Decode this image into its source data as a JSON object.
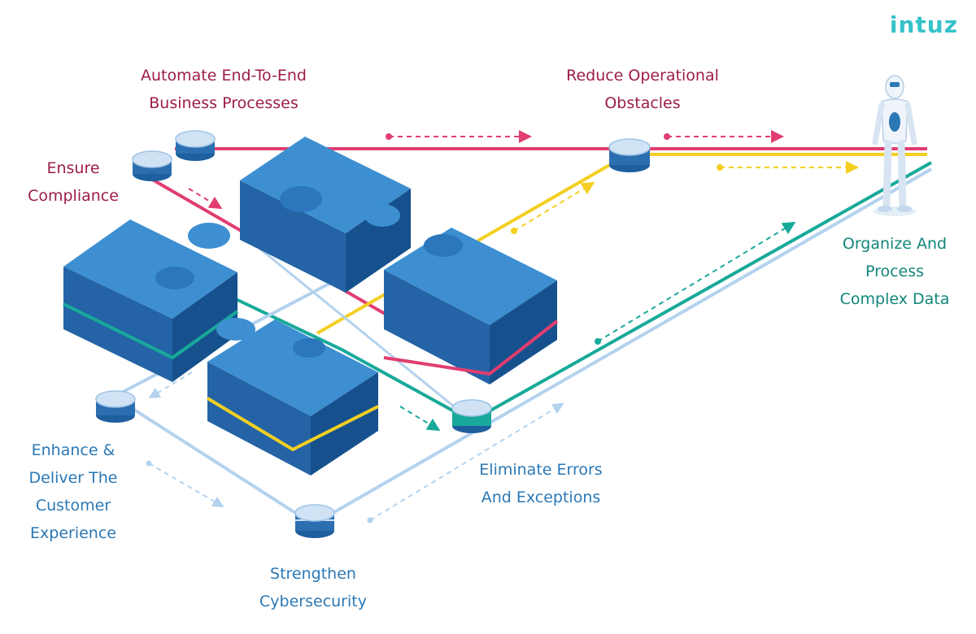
{
  "brand": {
    "logo_text": "intuz"
  },
  "colors": {
    "pink_line": "#e03e6f",
    "yellow_line": "#f4cf22",
    "teal_line": "#18a99a",
    "lightblue_line": "#b3d2ee",
    "puzzle_top": "#3d8fd1",
    "puzzle_side": "#1e5f9e",
    "puzzle_dark": "#154b85"
  },
  "labels": {
    "automate": [
      "Automate End-To-End",
      "Business Processes"
    ],
    "reduce": [
      "Reduce Operational",
      "Obstacles"
    ],
    "ensure": [
      "Ensure",
      "Compliance"
    ],
    "organize": [
      "Organize And",
      "Process",
      "Complex Data"
    ],
    "enhance": [
      "Enhance &",
      "Deliver The",
      "Customer",
      "Experience"
    ],
    "eliminate": [
      "Eliminate Errors",
      "And Exceptions"
    ],
    "strengthen": [
      "Strengthen",
      "Cybersecurity"
    ]
  },
  "icons": {
    "goal": "robot-icon",
    "node": "database-disk-icon",
    "core": "puzzle-pieces-icon"
  }
}
